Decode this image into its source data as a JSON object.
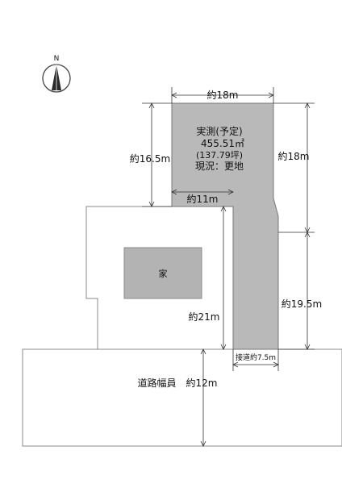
{
  "compass": {
    "north_label": "N"
  },
  "lot": {
    "measured_title": "実測(予定)",
    "area_sqm": "455.51㎡",
    "area_tsubo": "(137.79坪)",
    "status": "現況：更地"
  },
  "dimensions": {
    "top_width": "約18m",
    "left_upper_height": "約16.5m",
    "notch_width": "約11m",
    "right_upper_height": "約18m",
    "right_lower_height": "約19.5m",
    "flag_pole_length": "約21m",
    "frontage": "接道約7.5m"
  },
  "house": {
    "label": "家"
  },
  "road": {
    "label": "道路幅員　約12m"
  },
  "colors": {
    "lot_fill": "#b9b9b9",
    "house_fill": "#b3b3b3",
    "outline": "#777777",
    "dim_line": "#333333"
  }
}
